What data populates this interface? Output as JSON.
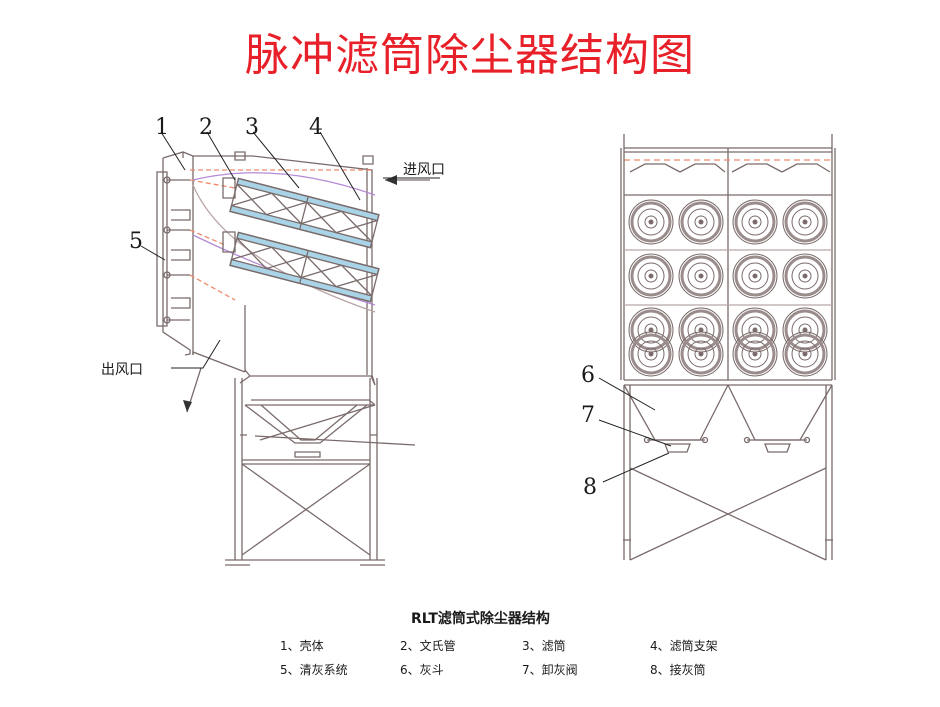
{
  "page": {
    "title": "脉冲滤筒除尘器结构图",
    "title_color": "#e8202a"
  },
  "diagram": {
    "line_color": "#7a6b6b",
    "thin_line_color": "#b9a6a6",
    "hidden_line_color": "#ee8a6a",
    "accent_line_color": "#b48ad6",
    "filter_color": "#a9d4e8",
    "callouts": [
      "1",
      "2",
      "3",
      "4",
      "5",
      "6",
      "7",
      "8"
    ],
    "inlet_label": "进风口",
    "outlet_label": "出风口"
  },
  "legend": {
    "title": "RLT滤筒式除尘器结构",
    "items": [
      "1、壳体",
      "2、文氏管",
      "3、滤筒",
      "4、滤筒支架",
      "5、清灰系统",
      "6、灰斗",
      "7、卸灰阀",
      "8、接灰筒"
    ]
  }
}
